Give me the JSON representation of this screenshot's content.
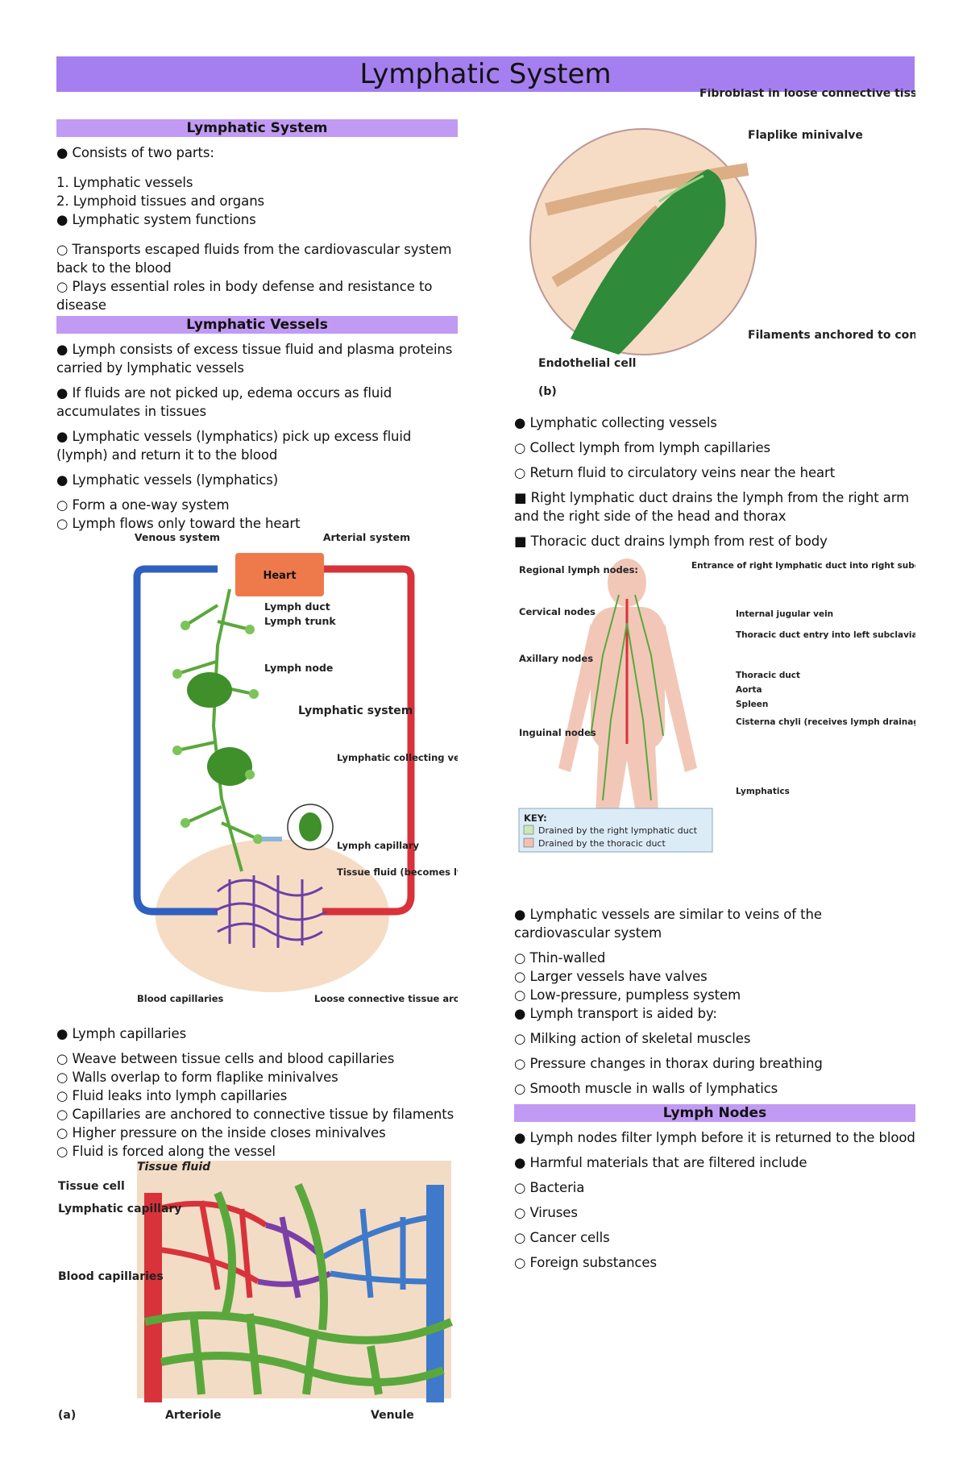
{
  "page_title": "Lymphatic System",
  "left": {
    "section1": {
      "heading": "Lymphatic System",
      "lines": [
        "● Consists of two parts:",
        "1. Lymphatic vessels",
        "2. Lymphoid tissues and organs",
        "● Lymphatic system functions",
        "○ Transports escaped fluids from the cardiovascular system back to the blood",
        "○ Plays essential roles in body defense and resistance to disease"
      ]
    },
    "section2": {
      "heading": "Lymphatic Vessels",
      "lines": [
        "● Lymph consists of excess tissue fluid and plasma proteins carried by lymphatic vessels",
        "● If fluids are not picked up, edema occurs as fluid accumulates in tissues",
        "● Lymphatic vessels (lymphatics) pick up excess fluid (lymph) and return it to the blood",
        "● Lymphatic vessels (lymphatics)",
        "○ Form a one-way system",
        "○ Lymph flows only toward the heart"
      ]
    },
    "figure_circulation": {
      "labels": {
        "venous": "Venous system",
        "arterial": "Arterial system",
        "heart": "Heart",
        "lymph_duct": "Lymph duct",
        "lymph_trunk": "Lymph trunk",
        "lymph_node": "Lymph node",
        "lymphatic_system": "Lymphatic system",
        "collecting": "Lymphatic collecting vessels, with valves",
        "capillary": "Lymph capillary",
        "tissue_fluid": "Tissue fluid (becomes lymph)",
        "blood_caps": "Blood capillaries",
        "loose_ct": "Loose connective tissue around capillaries"
      }
    },
    "section3": {
      "lines": [
        "● Lymph capillaries",
        "○ Weave between tissue cells and blood capillaries",
        "○ Walls overlap to form flaplike minivalves",
        "○ Fluid leaks into lymph capillaries",
        "○ Capillaries are anchored to connective tissue by filaments",
        "○ Higher pressure on the inside closes minivalves",
        "○ Fluid is forced along the vessel"
      ]
    },
    "figure_capillary_bed": {
      "labels": {
        "tissue_fluid": "Tissue fluid",
        "tissue_cell": "Tissue cell",
        "lymph_cap": "Lymphatic capillary",
        "blood_caps": "Blood capillaries",
        "panel": "(a)",
        "arteriole": "Arteriole",
        "venule": "Venule"
      }
    }
  },
  "right": {
    "figure_minivalve": {
      "labels": {
        "fibroblast": "Fibroblast in loose connective tissue",
        "flaplike": "Flaplike minivalve",
        "filaments": "Filaments anchored to connective tissue",
        "endothelial": "Endothelial cell",
        "panel": "(b)"
      }
    },
    "section4": {
      "lines": [
        "● Lymphatic collecting vessels",
        "○ Collect lymph from lymph capillaries",
        "○ Return fluid to circulatory veins near the heart",
        "■ Right lymphatic duct drains the lymph from the right arm and the right side of the head and thorax",
        "■ Thoracic duct drains lymph from rest of body"
      ]
    },
    "figure_body": {
      "labels": {
        "regional": "Regional lymph nodes:",
        "cervical": "Cervical nodes",
        "axillary": "Axillary nodes",
        "inguinal": "Inguinal nodes",
        "entrance": "Entrance of right lymphatic duct into right subclavian vein",
        "jugular": "Internal jugular vein",
        "thoracic_entry": "Thoracic duct entry into left subclavian vein",
        "thoracic_duct": "Thoracic duct",
        "aorta": "Aorta",
        "spleen": "Spleen",
        "cisterna": "Cisterna chyli (receives lymph drainage from digestive organs)",
        "lymphatics": "Lymphatics",
        "key": "KEY:",
        "key_right": "Drained by the right lymphatic duct",
        "key_thoracic": "Drained by the thoracic duct"
      }
    },
    "section5": {
      "lines": [
        "● Lymphatic vessels are similar to veins of the cardiovascular system",
        "○ Thin-walled",
        "○ Larger vessels have valves",
        "○ Low-pressure, pumpless system",
        "● Lymph transport is aided by:",
        "○ Milking action of skeletal muscles",
        "○ Pressure changes in thorax during breathing",
        "○ Smooth muscle in walls of lymphatics"
      ]
    },
    "section6": {
      "heading": "Lymph Nodes",
      "lines": [
        "● Lymph nodes filter lymph before it is returned to the blood",
        "● Harmful materials that are filtered include",
        "○ Bacteria",
        "○ Viruses",
        "○ Cancer cells",
        "○ Foreign substances"
      ]
    }
  },
  "colors": {
    "title_bar": "#a57ff0",
    "section_bar": "#c19bf3",
    "vein_blue": "#2f5fbf",
    "artery_red": "#d8323a",
    "lymph_green": "#5aa83c"
  }
}
